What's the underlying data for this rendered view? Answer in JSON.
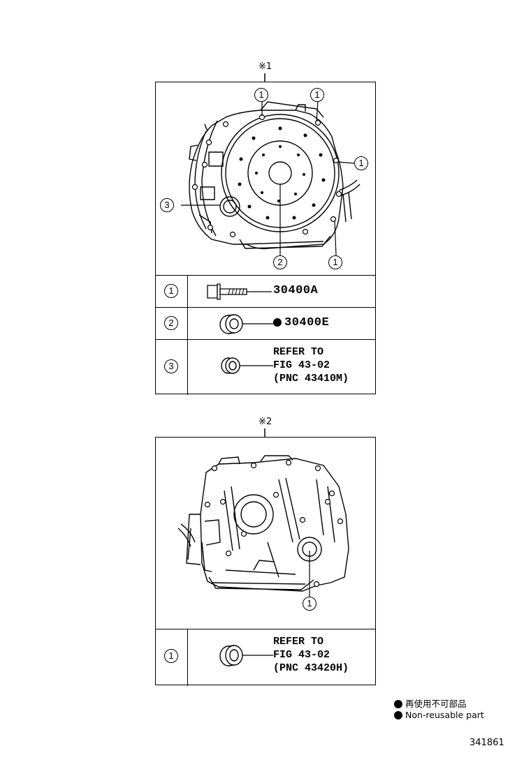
{
  "diagram1": {
    "marker": "※1",
    "callouts": [
      "1",
      "1",
      "1",
      "3",
      "2",
      "1"
    ],
    "rows": [
      {
        "num": "1",
        "part": "30400A",
        "nonreusable": false,
        "icon": "bolt-icon"
      },
      {
        "num": "2",
        "part": "30400E",
        "nonreusable": true,
        "icon": "oil-seal-icon"
      },
      {
        "num": "3",
        "refer": [
          "REFER TO",
          "FIG 43-02",
          "(PNC 43410M)"
        ],
        "icon": "oil-seal-small-icon"
      }
    ]
  },
  "diagram2": {
    "marker": "※2",
    "callouts": [
      "1"
    ],
    "rows": [
      {
        "num": "1",
        "refer": [
          "REFER TO",
          "FIG 43-02",
          "(PNC 43420H)"
        ],
        "icon": "oil-seal-icon"
      }
    ]
  },
  "legend": {
    "japanese": "再使用不可部品",
    "english": "Non-reusable part"
  },
  "illustration_id": "341861"
}
